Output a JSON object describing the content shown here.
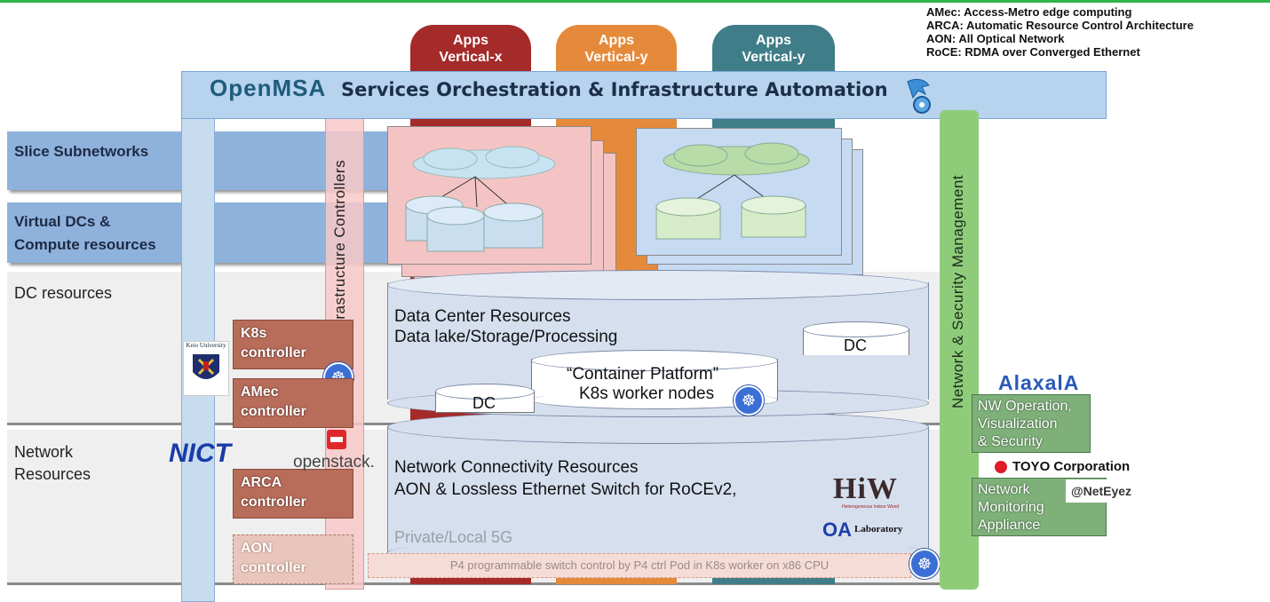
{
  "legend": [
    "AMec: Access-Metro edge computing",
    "ARCA: Automatic Resource Control Architecture",
    "AON: All Optical Network",
    "RoCE: RDMA over Converged Ethernet"
  ],
  "verticals": [
    {
      "line1": "Apps",
      "line2": "Vertical-x"
    },
    {
      "line1": "Apps",
      "line2": "Vertical-y"
    },
    {
      "line1": "Apps",
      "line2": "Vertical-y"
    }
  ],
  "orchestration": {
    "logo": "OpenMSA",
    "title": "Services Orchestration & Infrastructure Automation"
  },
  "layers": {
    "slice": "Slice Subnetworks",
    "vdc_line1": "Virtual DCs &",
    "vdc_line2": "Compute resources",
    "dc": "DC resources",
    "net_line1": "Network",
    "net_line2": "Resources"
  },
  "pillars": {
    "infra": "Infrastructure  Controllers",
    "nsm": "Network & Security  Management"
  },
  "dc_cylinder": {
    "line1": "Data Center Resources",
    "line2": "Data lake/Storage/Processing",
    "dc_small_right": "DC",
    "dc_small_left": "DC",
    "container_line1": "“Container Platform”",
    "container_line2": "K8s worker nodes"
  },
  "net_cylinder": {
    "line1": "Network Connectivity Resources",
    "line2": "AON & Lossless Ethernet Switch for RoCEv2,",
    "line3": "Private/Local 5G",
    "hiw_logo": "HiW",
    "hiw_sub": "Heterogeneous Indoor Wired",
    "oa_logo": "OA",
    "oa_sub": "Laboratory"
  },
  "controllers": {
    "k8s_line1": "K8s",
    "k8s_line2": "controller",
    "amec_line1": "AMec",
    "amec_line2": "controller",
    "arca_line1": "ARCA",
    "arca_line2": "controller",
    "aon_line1": "AON",
    "aon_line2": "controller"
  },
  "logos": {
    "keio": "Keio University",
    "nict": "NICT",
    "openstack": "openstack.",
    "alaxala": "AlaxalA",
    "toyo": "TOYO Corporation",
    "neteyez": "@NetEyez"
  },
  "nw_mgmt": {
    "box1_line1": "NW Operation,",
    "box1_line2": "Visualization",
    "box1_line3": "& Security",
    "box2_line1": "Network",
    "box2_line2": "Monitoring",
    "box2_line3": "Appliance"
  },
  "p4": "P4 programmable switch control by P4 ctrl Pod in K8s worker on x86 CPU",
  "icons": {
    "k8s": "kubernetes-icon",
    "automation": "automation-gear-icon"
  }
}
